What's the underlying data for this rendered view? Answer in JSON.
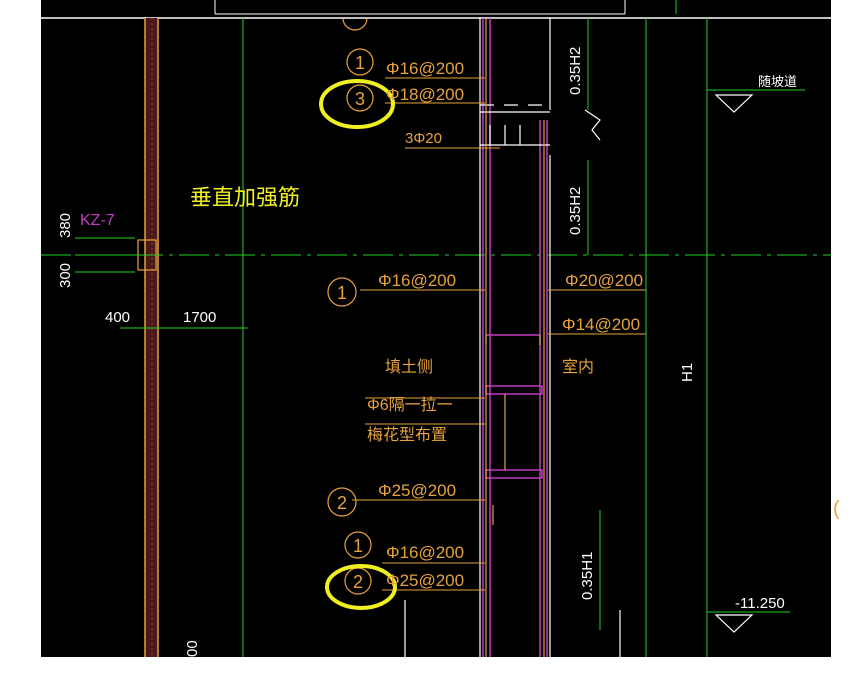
{
  "texts": {
    "bubble_1_top": "1",
    "bubble_3_top": "3",
    "rebar_1_top": "Φ16@200",
    "rebar_3_top": "Φ18@200",
    "top_bars": "3Φ20",
    "dim_035h2_top": "0.35H2",
    "dim_035h2_mid": "0.35H2",
    "ramp_label": "随坡道",
    "note_vertical": "垂直加强筋",
    "kz_label": "KZ-7",
    "dim_380": "380",
    "dim_300": "300",
    "dim_400": "400",
    "dim_1700": "1700",
    "bubble_1_mid": "1",
    "rebar_1_mid": "Φ16@200",
    "rebar_20": "Φ20@200",
    "rebar_14": "Φ14@200",
    "fill_side": "填土侧",
    "tie_line1": "Φ6隔一拉一",
    "tie_line2": "梅花型布置",
    "indoor": "室内",
    "h1": "H1",
    "bubble_2_mid": "2",
    "rebar_2_mid": "Φ25@200",
    "bubble_1_bot": "1",
    "rebar_1_bot": "Φ16@200",
    "bubble_2_bot": "2",
    "rebar_2_bot": "Φ25@200",
    "dim_035h1": "0.35H1",
    "elev_bottom": "-11.250",
    "dim_bottom": "00",
    "partial_paren": "("
  },
  "colors": {
    "background": "#000000",
    "rebar_text": "#e6a23c",
    "green_line": "#1fd11f",
    "magenta": "#c23cc2",
    "yellow_highlight": "#f0f020",
    "white": "#ffffff",
    "concrete_fill": "#6b1f1f"
  }
}
